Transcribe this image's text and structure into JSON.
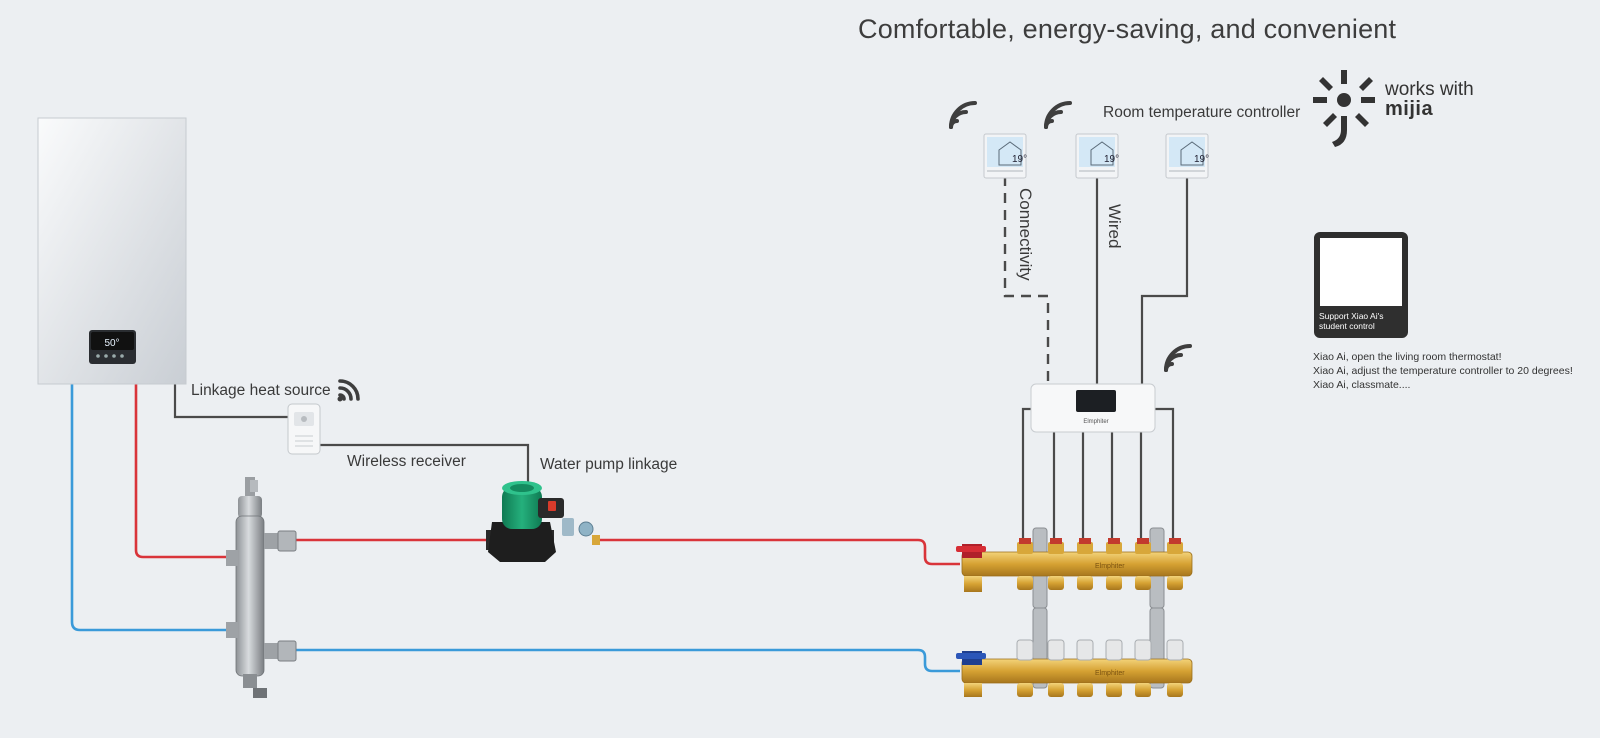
{
  "title": "Comfortable, energy-saving, and convenient",
  "labels": {
    "room_controller": "Room temperature controller",
    "connectivity": "Connectivity",
    "wired": "Wired",
    "linkage_heat_source": "Linkage heat source",
    "wireless_receiver": "Wireless receiver",
    "water_pump_linkage": "Water pump linkage"
  },
  "mijia": {
    "works_with": "works with",
    "brand": "mijia"
  },
  "xiao_ai_badge": "Support Xiao Ai's student control",
  "voice_commands": [
    "Xiao Ai, open the living room thermostat!",
    "Xiao Ai, adjust the temperature controller to 20 degrees!",
    "Xiao Ai, classmate...."
  ],
  "devices": {
    "boiler_display": "50°",
    "thermostat_temp": "19°",
    "hub_brand": "Elmphiter",
    "manifold_brand": "Elmphiter"
  },
  "colors": {
    "hot_pipe": "#d9343a",
    "cold_pipe": "#3a9ad9",
    "wire": "#4a4a4a",
    "brass": "#d8a73a"
  }
}
